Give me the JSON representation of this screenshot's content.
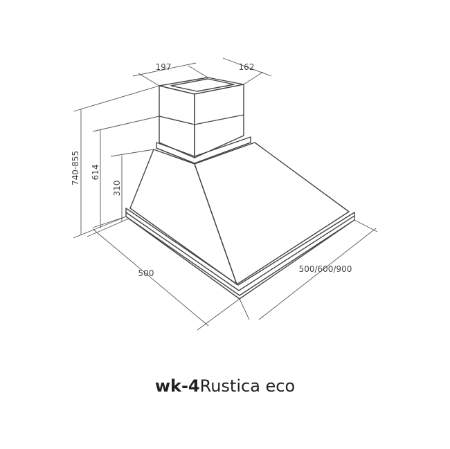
{
  "dimensions": {
    "chimney_width": "197",
    "chimney_depth": "162",
    "total_height": "740-855",
    "body_height": "614",
    "canopy_height": "310",
    "depth": "500",
    "width": "500/600/900"
  },
  "caption": {
    "model": "wk-4",
    "name": "Rustica eco"
  }
}
